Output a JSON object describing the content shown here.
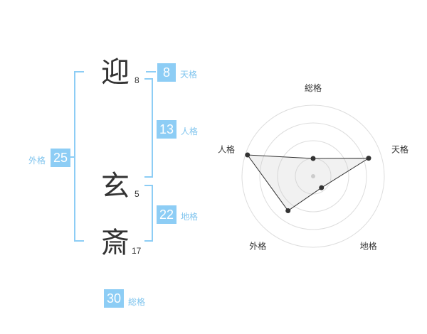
{
  "name": {
    "characters": [
      {
        "char": "迎",
        "strokes": "8"
      },
      {
        "char": "玄",
        "strokes": "5"
      },
      {
        "char": "斎",
        "strokes": "17"
      }
    ]
  },
  "fortunes": {
    "tenkaku": {
      "label": "天格",
      "value": "8"
    },
    "jinkaku": {
      "label": "人格",
      "value": "13"
    },
    "chikaku": {
      "label": "地格",
      "value": "22"
    },
    "gaikaku": {
      "label": "外格",
      "value": "25"
    },
    "soukaku": {
      "label": "総格",
      "value": "30"
    }
  },
  "colors": {
    "accent": "#8dcdf5",
    "accent_text": "#7fc4ee",
    "text": "#333333"
  },
  "chart_data": {
    "type": "radar",
    "axes": [
      "総格",
      "天格",
      "地格",
      "外格",
      "人格"
    ],
    "values": [
      0.25,
      0.82,
      0.2,
      0.6,
      0.97
    ],
    "range": [
      0,
      1
    ],
    "rings": 4
  }
}
